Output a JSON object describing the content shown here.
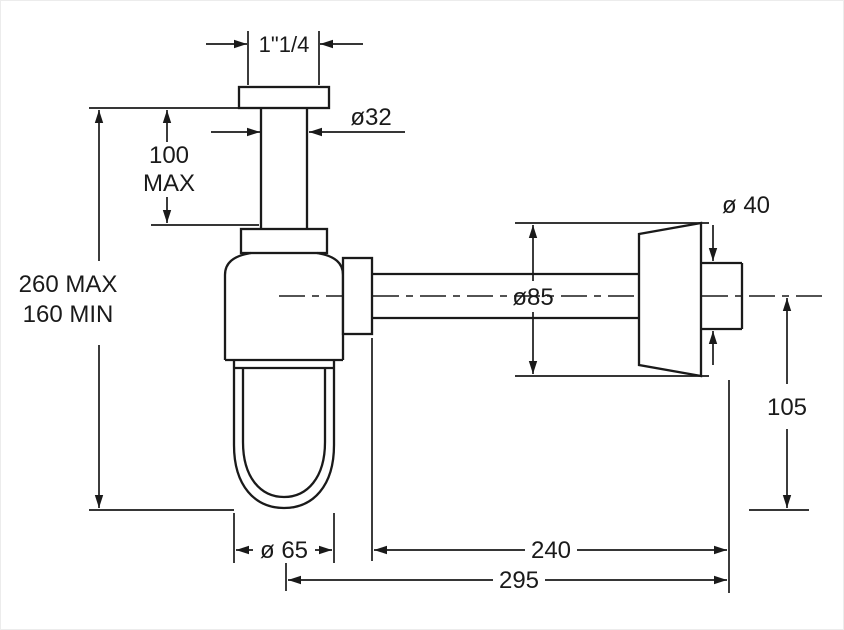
{
  "drawing": {
    "name": "Bottle trap dimensional drawing",
    "colors": {
      "line": "#1a1a1a",
      "background": "#ffffff"
    },
    "labels": {
      "thread_size": "1\"1/4",
      "inlet_diameter": "ø32",
      "inlet_height_value": "100",
      "inlet_height_qualifier": "MAX",
      "overall_height_max": "260 MAX",
      "overall_height_min": "160 MIN",
      "body_diameter": "ø85",
      "outlet_diameter": "ø 40",
      "outlet_center_to_base": "105",
      "cup_diameter": "ø 65",
      "wall_to_nut_depth": "240",
      "wall_to_axis_depth": "295"
    }
  }
}
